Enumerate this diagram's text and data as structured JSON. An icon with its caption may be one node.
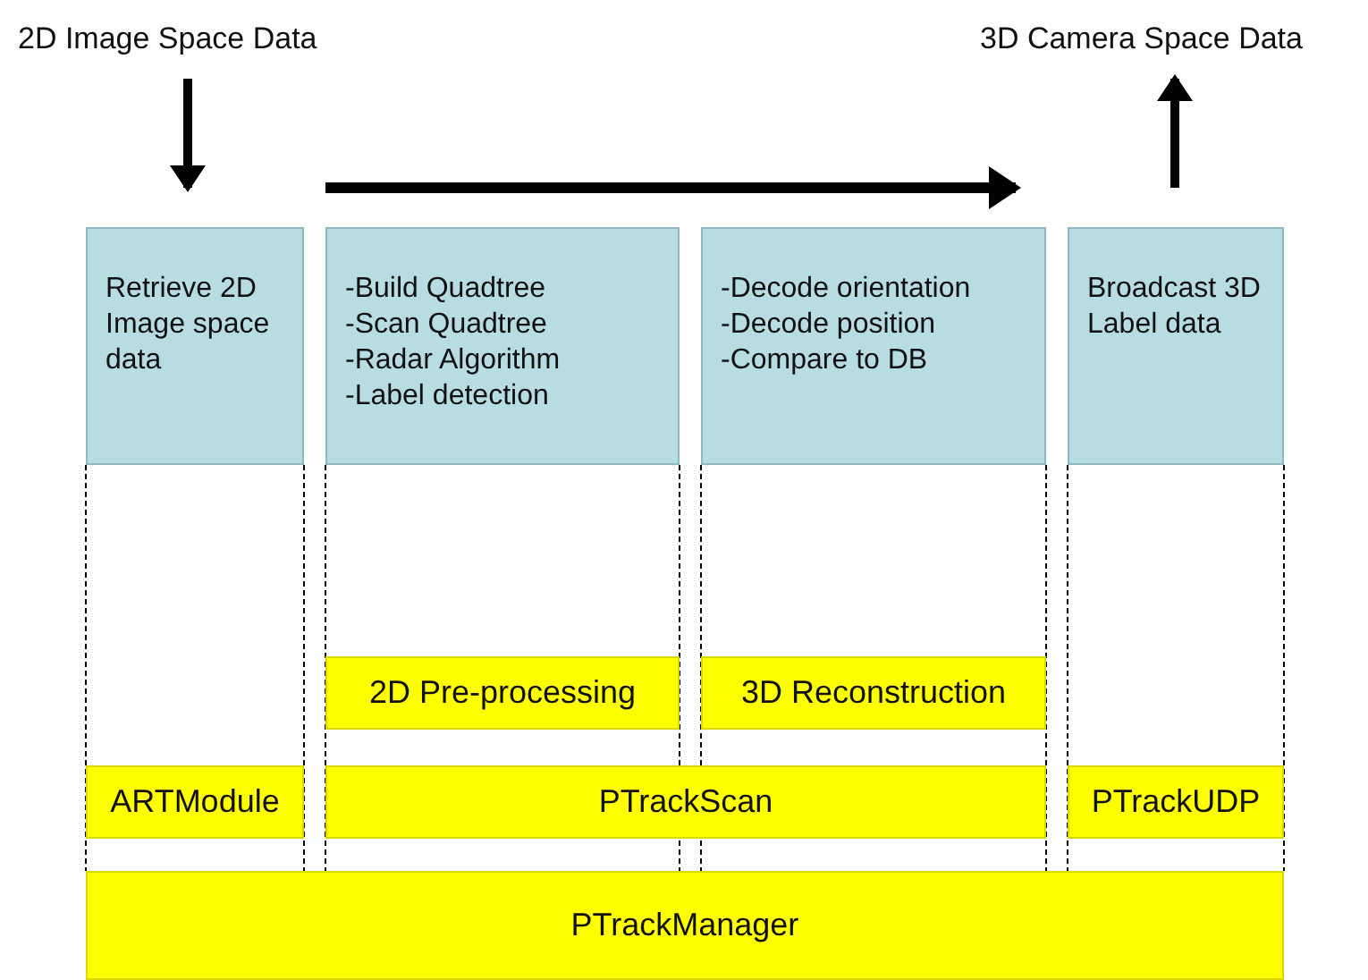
{
  "diagram": {
    "nodes": [
      {
        "text": [
          "2D Image Space Data"
        ]
      },
      {
        "text": [
          "3D Camera Space Data"
        ]
      },
      {
        "text": [
          "Retrieve 2D Image space data"
        ]
      },
      {
        "text": [
          "-Build Quadtree",
          "-Scan Quadtree",
          "-Radar Algorithm",
          "-Label detection"
        ]
      },
      {
        "text": [
          "-Decode orientation",
          "-Decode position",
          "-Compare to DB"
        ]
      },
      {
        "text": [
          "Broadcast 3D Label data"
        ]
      },
      {
        "text": [
          "2D Pre-processing"
        ]
      },
      {
        "text": [
          "3D Reconstruction"
        ]
      },
      {
        "text": [
          "ARTModule"
        ]
      },
      {
        "text": [
          "PTrackScan"
        ]
      },
      {
        "text": [
          "PTrackUDP"
        ]
      },
      {
        "text": [
          "PTrackManager"
        ]
      }
    ],
    "edges": [
      {
        "from": 0,
        "to": 2,
        "arrow": "to"
      },
      {
        "from": 5,
        "to": 1,
        "arrow": "to"
      }
    ]
  }
}
